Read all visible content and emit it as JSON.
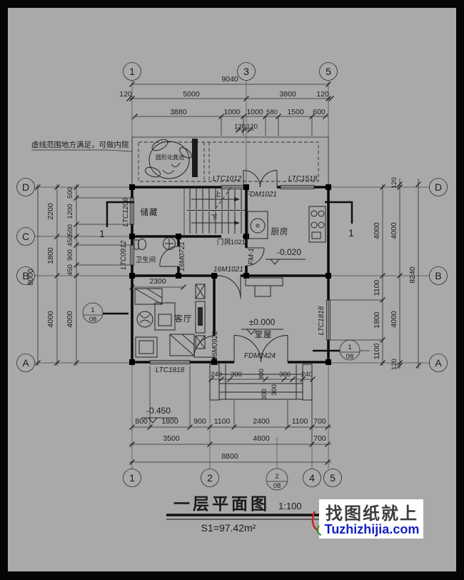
{
  "drawing": {
    "title": "一层平面图",
    "scale": "1:100",
    "area": "S1=97.42m²",
    "note": "虚线范围地方满足，可做内院",
    "septic_label": "圆形化粪池"
  },
  "watermark": {
    "cn": "找图纸就上",
    "en": "Tuzhizhijia.com",
    "accent": "#1520c0"
  },
  "axes": {
    "top": [
      "1",
      "3",
      "5"
    ],
    "bottom": [
      "1",
      "2",
      "4",
      "5"
    ],
    "left": [
      "D",
      "C",
      "B",
      "A"
    ],
    "right": [
      "D",
      "B",
      "A"
    ],
    "section": "1",
    "detail_num": "1",
    "detail_num2": "2",
    "detail_sheet": "08"
  },
  "rooms": {
    "storage": "储藏",
    "bathroom": "卫生间",
    "kitchen": "厨房",
    "living": "客厅",
    "hall": "堂屋",
    "stair_up": "上",
    "stair_down": "下"
  },
  "levels": {
    "kitchen": "-0.020",
    "hall": "±0.000",
    "porch": "-0.450"
  },
  "openings": {
    "ltc1012": "LTC1012",
    "ltc1518": "LTC1518",
    "fdm1021": "FDM1021",
    "ltc1206": "LTC1206",
    "ltc0912": "LTC0912",
    "m0721": "16M0721",
    "menkou1021": "门洞1021",
    "m1021": "16M1021",
    "fm1": "FM-1",
    "m0921": "16M0921",
    "ltc1818": "LTC1818",
    "fdm2424": "FDM2424"
  },
  "dims": {
    "top1": [
      "9040"
    ],
    "top2": [
      "120",
      "5000",
      "3800",
      "120"
    ],
    "top3": [
      "3880",
      "1000",
      "1000",
      "580",
      "1500",
      "600"
    ],
    "top4": [
      "120",
      "120"
    ],
    "left_outer": [
      "8000"
    ],
    "left_mid": [
      "2200",
      "1800",
      "4000"
    ],
    "left_inner": [
      "500",
      "1200",
      "500",
      "450",
      "900",
      "450",
      "4000"
    ],
    "right_inner": [
      "4000",
      "1100",
      "1800",
      "1100"
    ],
    "right_mid": [
      "120",
      "4000",
      "4000",
      "120"
    ],
    "right_outer": [
      "8240"
    ],
    "bottom1": [
      "800",
      "1800",
      "900",
      "1100",
      "2400",
      "1100",
      "700"
    ],
    "bottom2": [
      "3500",
      "4600",
      "700"
    ],
    "bottom3": [
      "8800"
    ],
    "living_width": "2300",
    "porch": [
      "240",
      "300",
      "900",
      "300",
      "240"
    ],
    "steps": [
      "300",
      "300"
    ]
  }
}
